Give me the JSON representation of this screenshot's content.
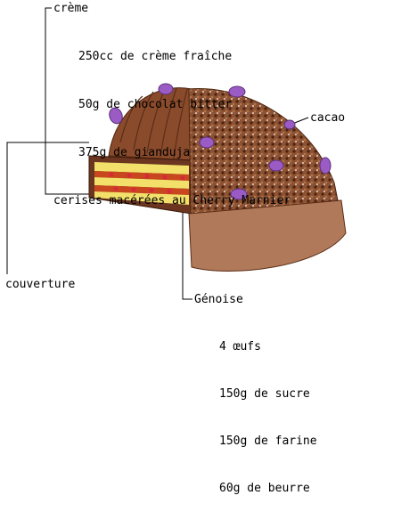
{
  "creme": {
    "title": "crème",
    "ingredients": [
      "250cc de crème fraîche",
      "50g de chocolat bitter",
      "375g de gianduja",
      "cerises macérées au Cherry Marnier"
    ]
  },
  "cacao": {
    "label": "cacao"
  },
  "couverture": {
    "label": "couverture"
  },
  "genoise": {
    "title": "Génoise",
    "ingredients": [
      "4 œufs",
      "150g de sucre",
      "150g de farine",
      "60g de beurre"
    ]
  },
  "colors": {
    "chocolate": "#8a4b2c",
    "dark_chocolate": "#5a2d16",
    "sponge": "#f2e06a",
    "cherry": "#d8283a",
    "violet": "#9a5cc4"
  }
}
